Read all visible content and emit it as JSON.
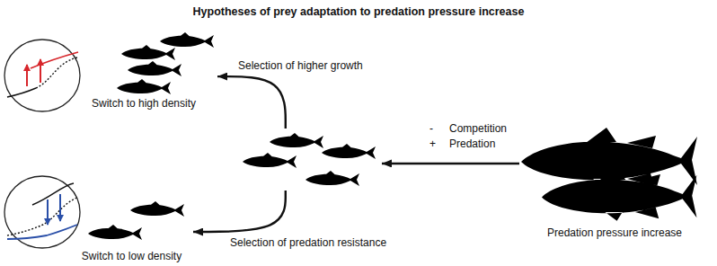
{
  "diagram": {
    "title": "Hypotheses of prey adaptation to predation pressure increase",
    "nodes": [
      {
        "text": [
          "Switch to high density"
        ]
      },
      {
        "text": []
      },
      {
        "text": [
          "Switch to low density"
        ]
      },
      {
        "text": [
          "Predation pressure increase"
        ]
      }
    ],
    "edges": [
      {
        "from": 1,
        "to": 0,
        "label": "Selection of higher growth",
        "arrow": "to"
      },
      {
        "from": 1,
        "to": 2,
        "label": "Selection of predation resistance",
        "arrow": "to"
      },
      {
        "from": 3,
        "to": 1,
        "arrow": "to"
      }
    ],
    "labels": [
      "-",
      "Competition",
      "+",
      "Predation"
    ]
  }
}
